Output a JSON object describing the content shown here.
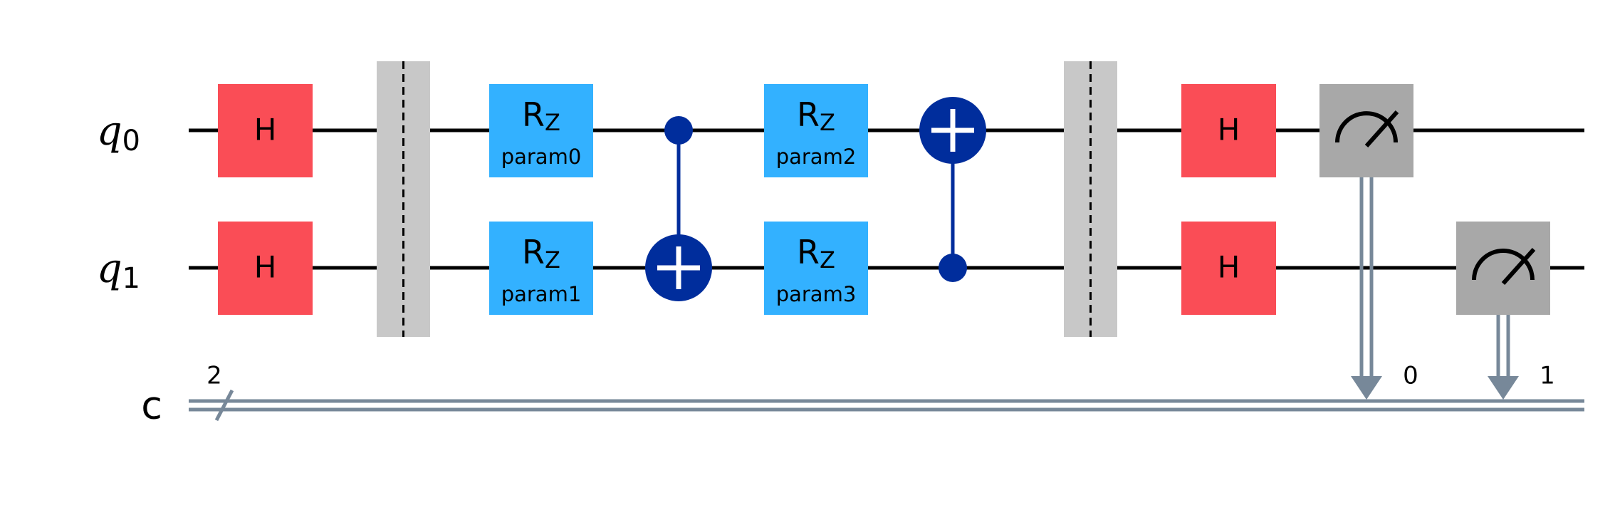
{
  "registers": {
    "q0": {
      "symbol": "q",
      "index": "0"
    },
    "q1": {
      "symbol": "q",
      "index": "1"
    },
    "c": {
      "label": "c",
      "size": "2"
    }
  },
  "gates": {
    "h_q0_a": "H",
    "h_q1_a": "H",
    "rz_q0_a": {
      "main": "R",
      "sub": "Z",
      "param": "param0"
    },
    "rz_q1_a": {
      "main": "R",
      "sub": "Z",
      "param": "param1"
    },
    "rz_q0_b": {
      "main": "R",
      "sub": "Z",
      "param": "param2"
    },
    "rz_q1_b": {
      "main": "R",
      "sub": "Z",
      "param": "param3"
    },
    "h_q0_b": "H",
    "h_q1_b": "H"
  },
  "measurements": {
    "m0_bit": "0",
    "m1_bit": "1"
  },
  "colors": {
    "h_gate": "#FA4D56",
    "rz_gate": "#33B1FF",
    "cnot": "#002D9C",
    "barrier": "#C8C8C8",
    "measure": "#A8A8A8",
    "classical_wire": "#778899",
    "quantum_wire": "#000000"
  },
  "icons": {
    "measure": "meter-icon",
    "target": "xor-target-icon",
    "control": "control-dot-icon"
  }
}
